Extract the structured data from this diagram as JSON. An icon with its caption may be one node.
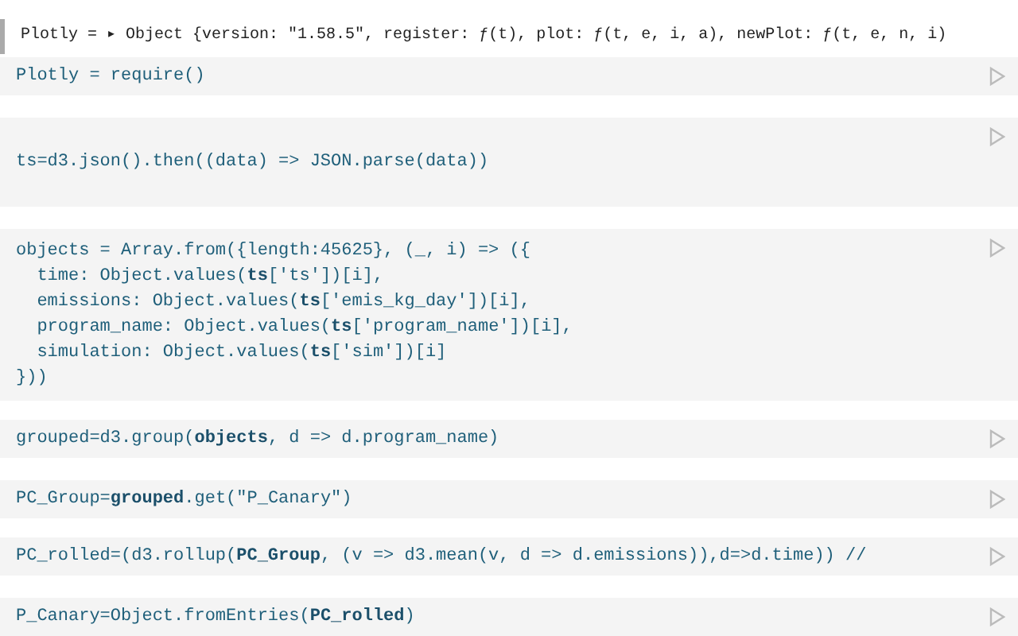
{
  "diagram": {
    "labels": [
      "Plotly = ▸ Object {version: \"1.58.5\", register: ƒ(t), plot: ƒ(t, e, i, a), newPlot: ƒ(t, e, n, i)",
      "Plotly = require()",
      "ts=d3.json().then((data) => JSON.parse(data))",
      "objects = Array.from({length:45625}, (_, i) => ({",
      "  time: Object.values(**ts**['ts'])[i],",
      "  emissions: Object.values(**ts**['emis_kg_day'])[i],",
      "  program_name: Object.values(**ts**['program_name'])[i],",
      "  simulation: Object.values(**ts**['sim'])[i]",
      "}))",
      "grouped=d3.group(**objects**, d => d.program_name)",
      "PC_Group=**grouped**.get(\"P_Canary\")",
      "PC_rolled=(d3.rollup(**PC_Group**, (v => d3.mean(v, d => d.emissions)),d=>d.time)) //",
      "P_Canary=Object.fromEntries(**PC_rolled**)"
    ]
  }
}
